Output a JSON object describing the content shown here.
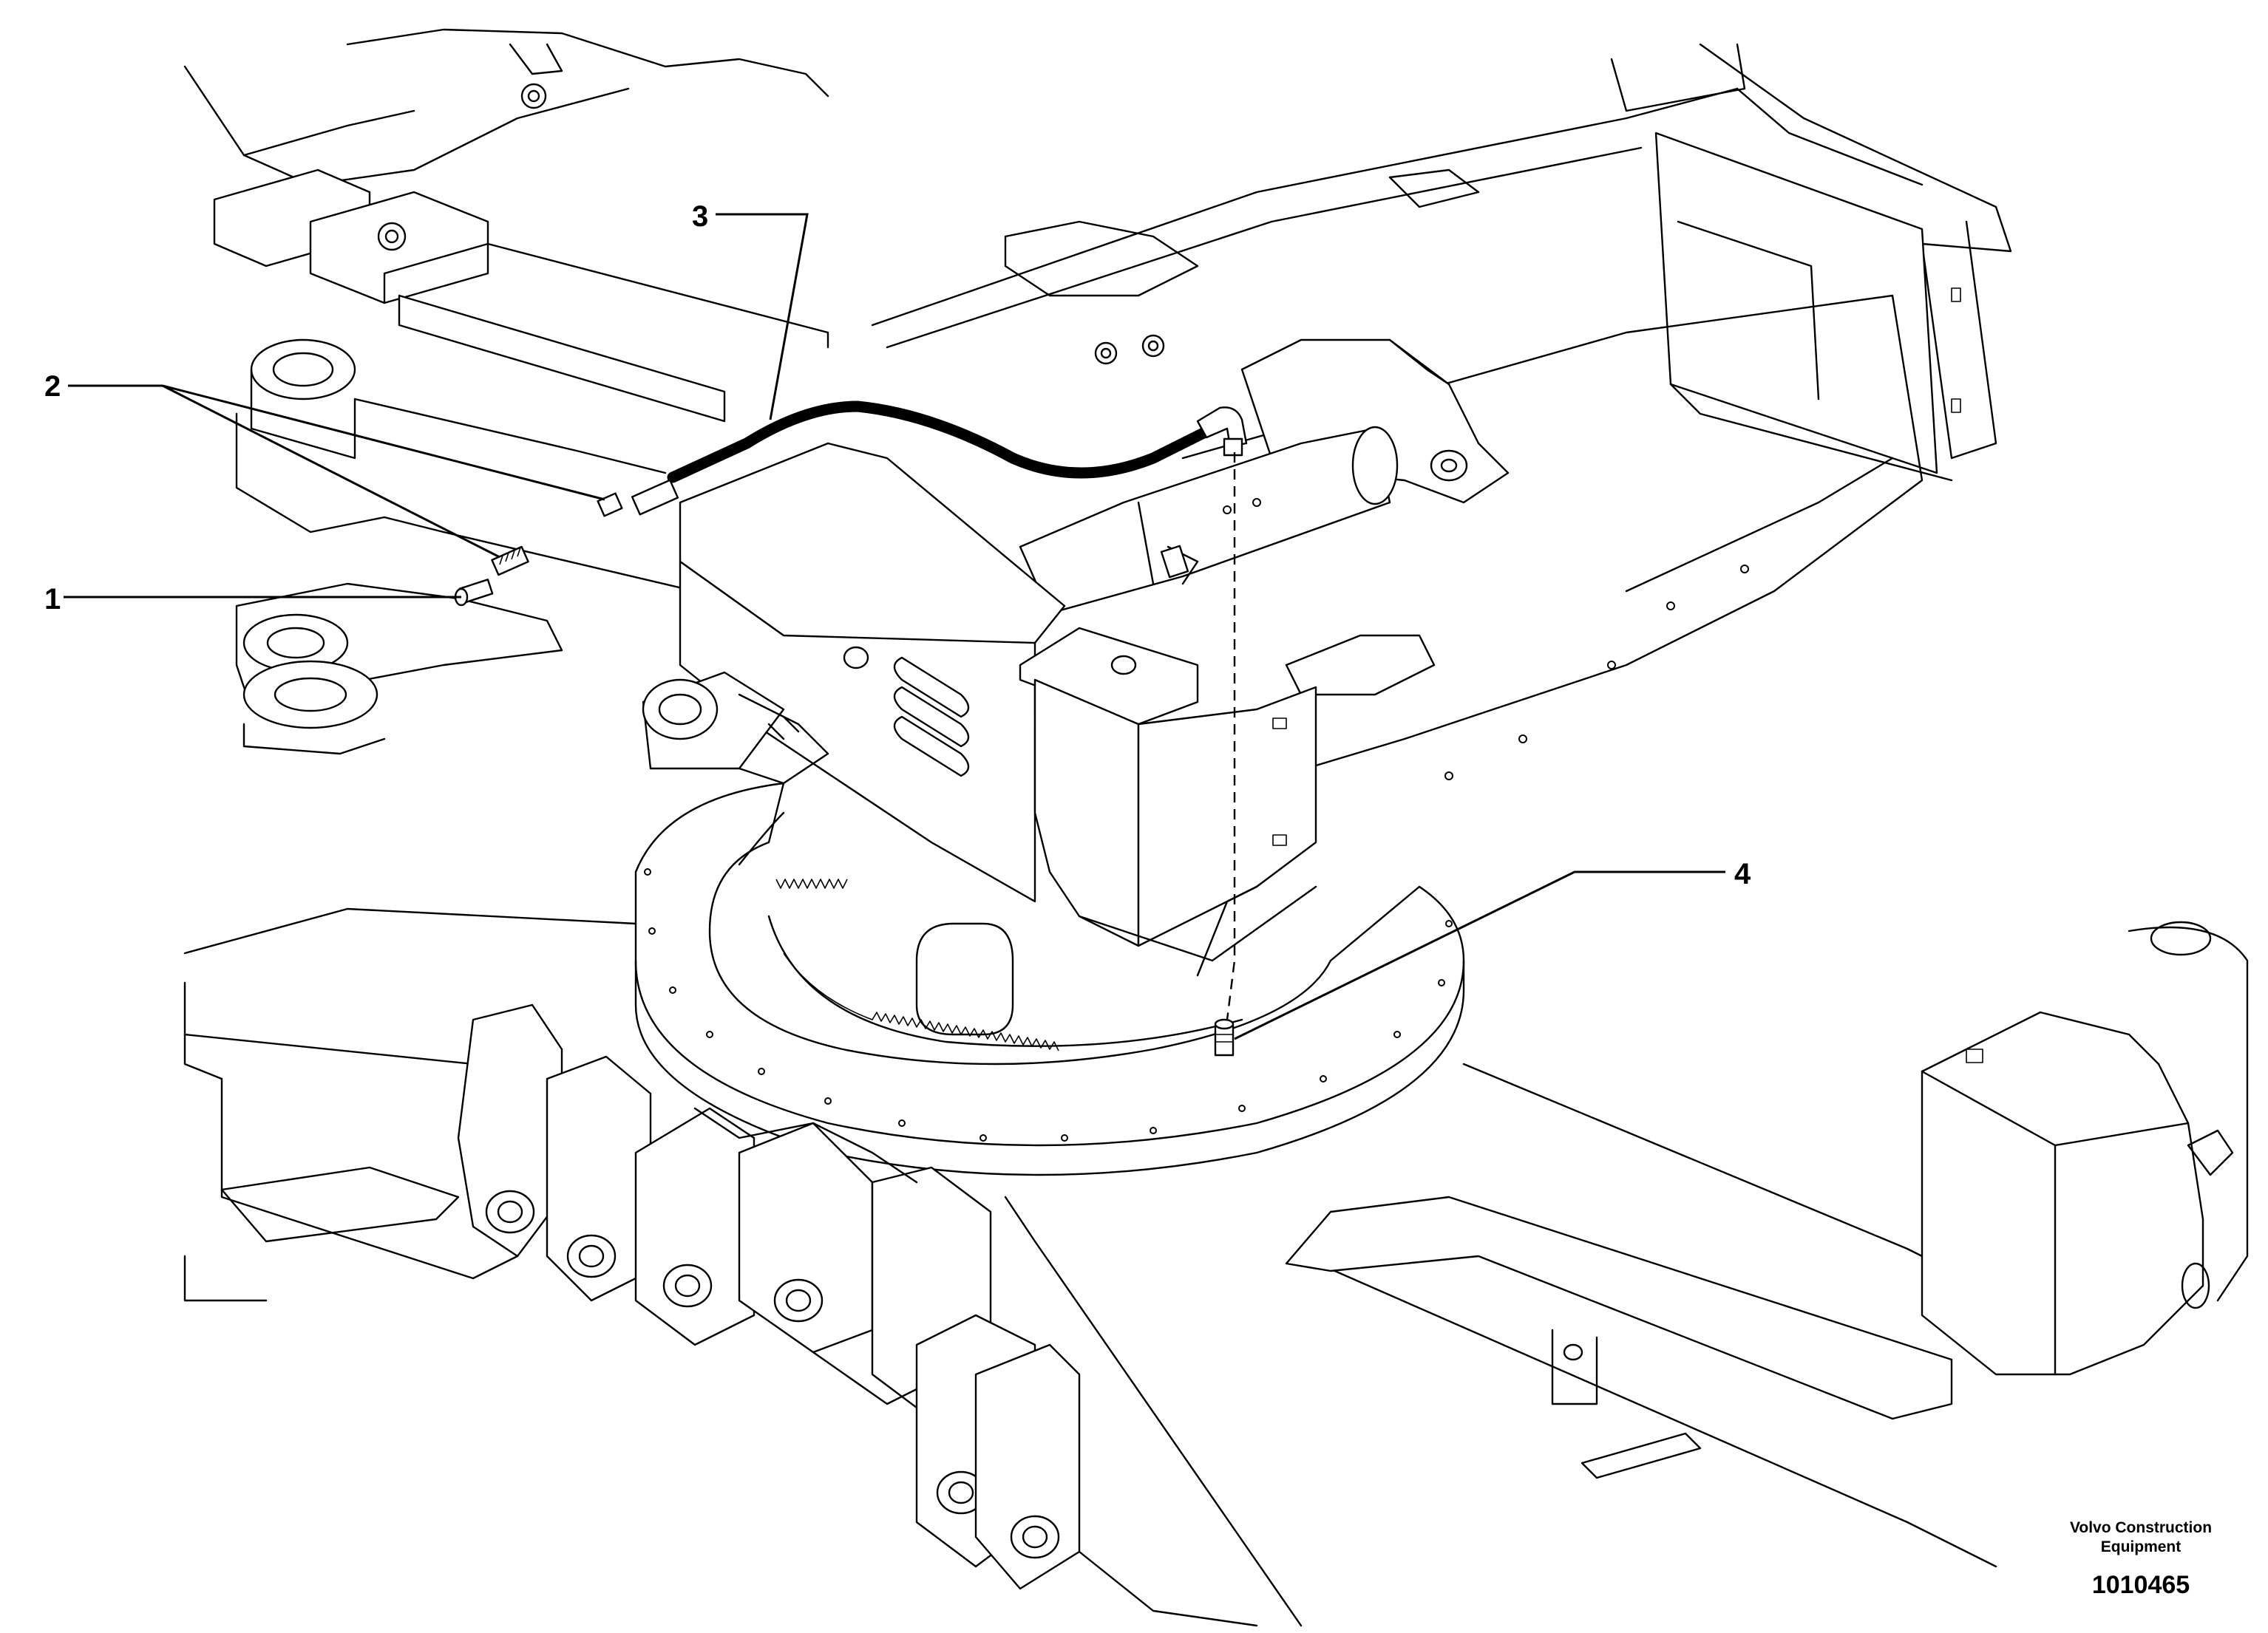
{
  "callouts": [
    {
      "id": "1",
      "label": "1"
    },
    {
      "id": "2",
      "label": "2"
    },
    {
      "id": "3",
      "label": "3"
    },
    {
      "id": "4",
      "label": "4"
    }
  ],
  "footer": {
    "brand_line1": "Volvo Construction",
    "brand_line2": "Equipment",
    "doc_number": "1010465"
  }
}
